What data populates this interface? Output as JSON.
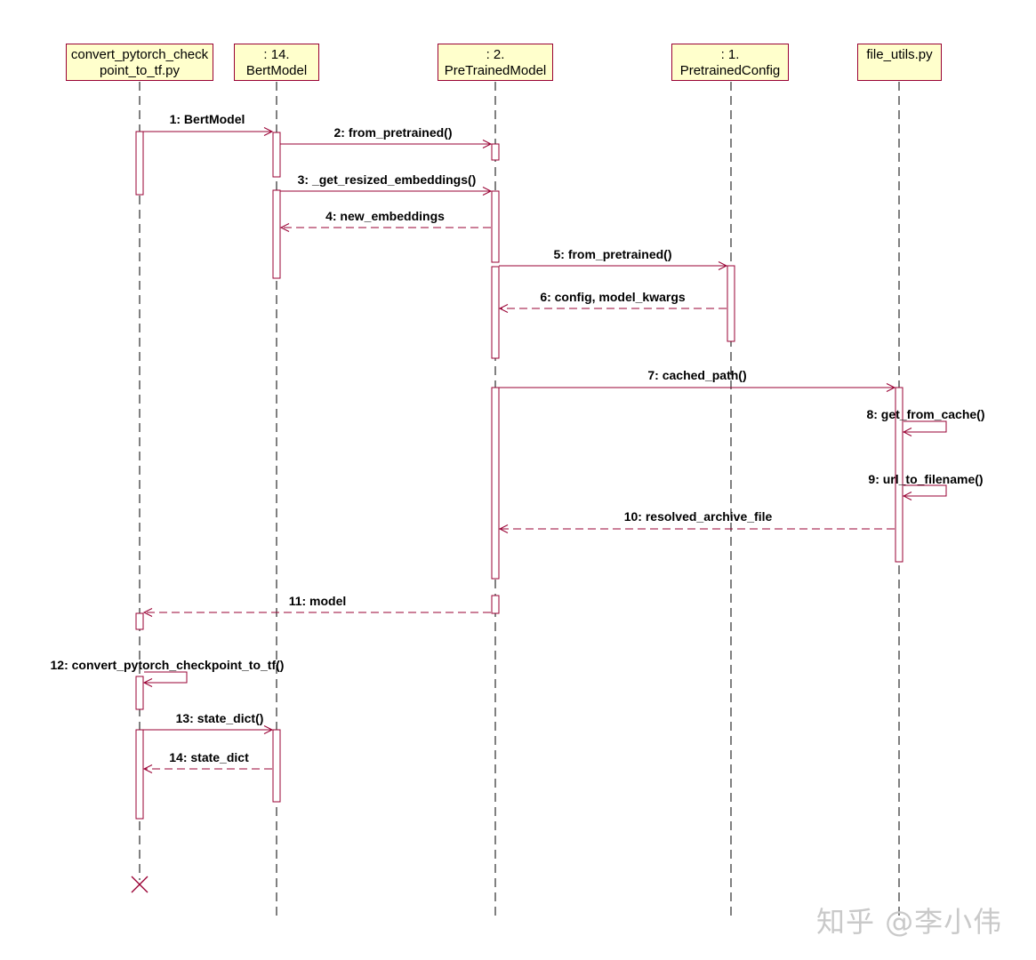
{
  "colors": {
    "line": "#990033",
    "box_fill": "#ffffcc",
    "text": "#000000",
    "watermark": "#c9c9c9"
  },
  "objects": [
    {
      "id": "convert",
      "line1": "convert_pytorch_check",
      "line2": "point_to_tf.py"
    },
    {
      "id": "bertmodel",
      "line1": ": 14.",
      "line2": "BertModel"
    },
    {
      "id": "pretrainedmodel",
      "line1": ": 2.",
      "line2": "PreTrainedModel"
    },
    {
      "id": "pretrainedconfig",
      "line1": ": 1.",
      "line2": "PretrainedConfig"
    },
    {
      "id": "fileutils",
      "line1": "file_utils.py",
      "line2": ""
    }
  ],
  "messages": [
    {
      "id": "m1",
      "label": "1: BertModel",
      "kind": "call"
    },
    {
      "id": "m2",
      "label": "2: from_pretrained()",
      "kind": "call"
    },
    {
      "id": "m3",
      "label": "3: _get_resized_embeddings()",
      "kind": "call"
    },
    {
      "id": "m4",
      "label": "4: new_embeddings",
      "kind": "return"
    },
    {
      "id": "m5",
      "label": "5: from_pretrained()",
      "kind": "call"
    },
    {
      "id": "m6",
      "label": "6: config, model_kwargs",
      "kind": "return"
    },
    {
      "id": "m7",
      "label": "7: cached_path()",
      "kind": "call"
    },
    {
      "id": "m8",
      "label": "8: get_from_cache()",
      "kind": "self"
    },
    {
      "id": "m9",
      "label": "9: url_to_filename()",
      "kind": "self"
    },
    {
      "id": "m10",
      "label": "10: resolved_archive_file",
      "kind": "return"
    },
    {
      "id": "m11",
      "label": "11: model",
      "kind": "return"
    },
    {
      "id": "m12",
      "label": "12: convert_pytorch_checkpoint_to_tf()",
      "kind": "self"
    },
    {
      "id": "m13",
      "label": "13: state_dict()",
      "kind": "call"
    },
    {
      "id": "m14",
      "label": "14: state_dict",
      "kind": "return"
    }
  ],
  "watermark": "知乎 @李小伟"
}
